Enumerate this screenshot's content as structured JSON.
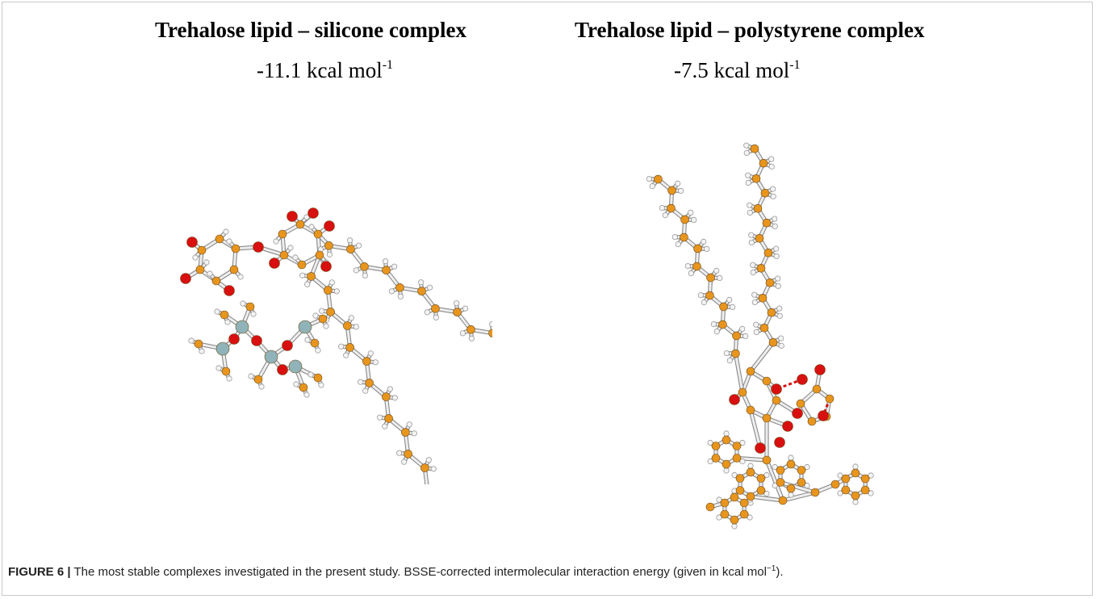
{
  "figure": {
    "left_panel": {
      "title": "Trehalose lipid – silicone complex",
      "energy_value": "-11.1 kcal mol",
      "energy_exponent": "-1"
    },
    "right_panel": {
      "title": "Trehalose lipid – polystyrene complex",
      "energy_value": "-7.5 kcal mol",
      "energy_exponent": "-1"
    },
    "caption": {
      "label": "FIGURE 6 |",
      "text": " The most stable complexes investigated in the present study. BSSE-corrected intermolecular interaction energy (given in kcal mol",
      "exponent": "−1",
      "closing": ")."
    },
    "atom_colors": {
      "carbon": "#e8951e",
      "oxygen": "#d81010",
      "hydrogen": "#f4f4f4",
      "silicon": "#8fb3b8",
      "hydrogen_bond": "#d81010"
    }
  }
}
